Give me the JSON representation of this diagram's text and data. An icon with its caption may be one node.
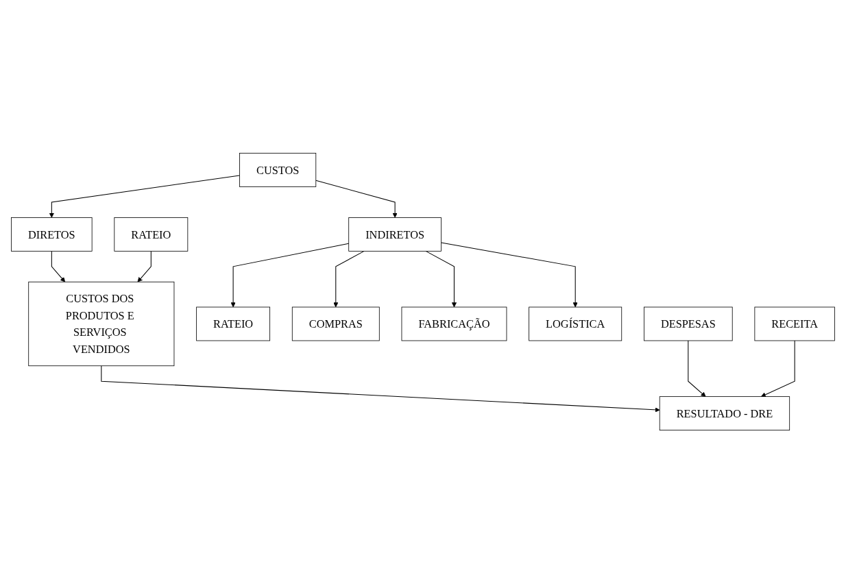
{
  "diagram": {
    "nodes": [
      {
        "text": [
          "CUSTOS"
        ]
      },
      {
        "text": [
          "DIRETOS"
        ]
      },
      {
        "text": [
          "INDIRETOS"
        ]
      },
      {
        "text": [
          "DESPESAS"
        ]
      },
      {
        "text": [
          "RATEIO"
        ]
      },
      {
        "text": [
          "COMPRAS"
        ]
      },
      {
        "text": [
          "FABRICAÇÃO"
        ]
      },
      {
        "text": [
          "LOGÍSTICA"
        ]
      },
      {
        "text": [
          "RATEIO"
        ]
      },
      {
        "text": [
          "RECEITA"
        ]
      },
      {
        "text": [
          "CUSTOS DOS PRODUTOS E SERVIÇOS VENDIDOS"
        ]
      },
      {
        "text": [
          "RESULTADO - DRE"
        ]
      }
    ],
    "edges": [
      {
        "from": 0,
        "to": 1,
        "arrow": "to"
      },
      {
        "from": 0,
        "to": 2,
        "arrow": "to"
      },
      {
        "from": 2,
        "to": 4,
        "arrow": "to"
      },
      {
        "from": 2,
        "to": 5,
        "arrow": "to"
      },
      {
        "from": 2,
        "to": 6,
        "arrow": "to"
      },
      {
        "from": 2,
        "to": 7,
        "arrow": "to"
      },
      {
        "from": 1,
        "to": 10,
        "arrow": "to"
      },
      {
        "from": 8,
        "to": 10,
        "arrow": "to"
      },
      {
        "from": 10,
        "to": 11,
        "arrow": "to"
      },
      {
        "from": 3,
        "to": 11,
        "arrow": "to"
      },
      {
        "from": 9,
        "to": 11,
        "arrow": "to"
      }
    ]
  }
}
